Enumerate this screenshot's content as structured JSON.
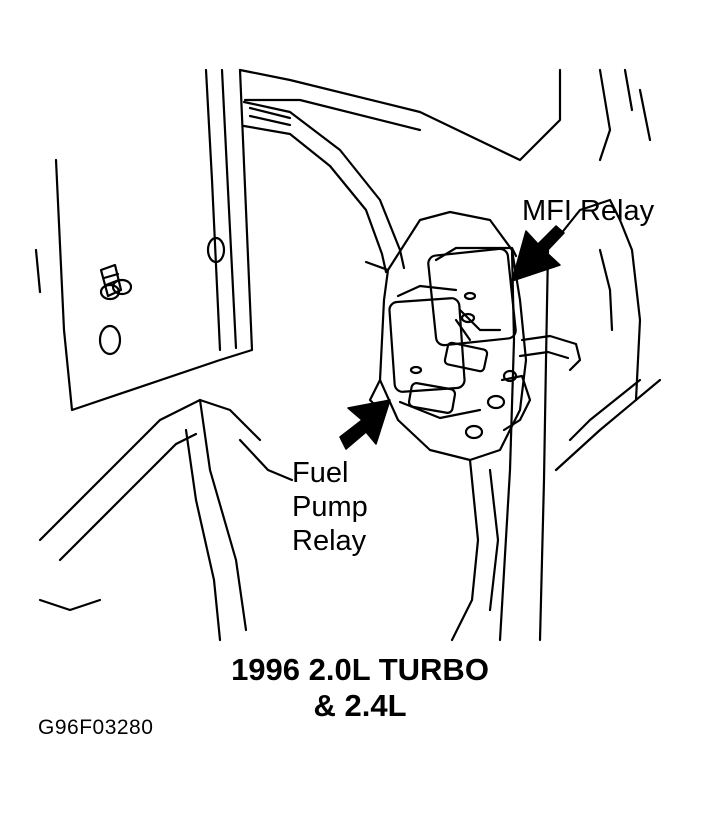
{
  "labels": {
    "mfi_relay": "MFI Relay",
    "fuel_pump_relay": [
      "Fuel",
      "Pump",
      "Relay"
    ]
  },
  "caption": [
    "1996 2.0L TURBO",
    "& 2.4L"
  ],
  "figure_id": "G96F03280",
  "colors": {
    "line": "#000000",
    "background": "#ffffff"
  }
}
